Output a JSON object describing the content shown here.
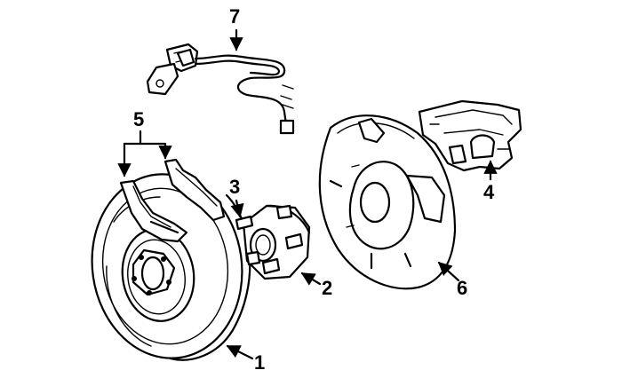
{
  "callouts": {
    "rotor": "1",
    "hub": "2",
    "stud": "3",
    "caliper": "4",
    "pads": "5",
    "splash_shield": "6",
    "sensor": "7"
  }
}
